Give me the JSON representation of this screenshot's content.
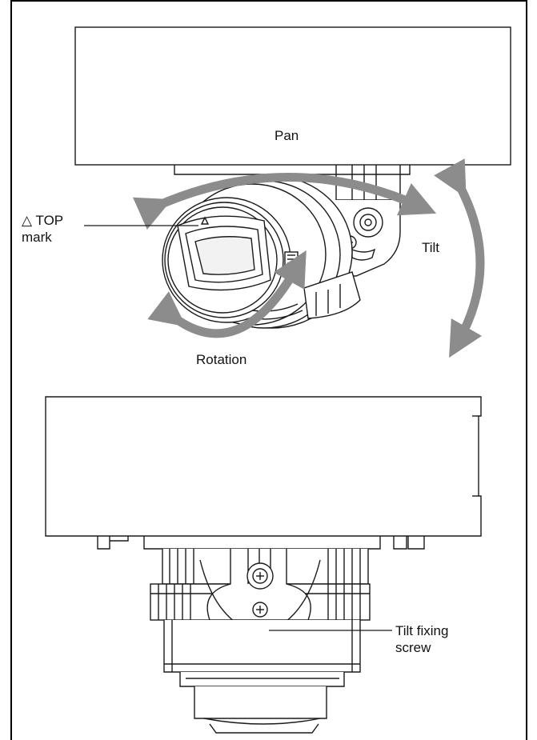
{
  "labels": {
    "pan": "Pan",
    "top_mark_line1": "△ TOP",
    "top_mark_line2": "mark",
    "tilt": "Tilt",
    "rotation": "Rotation",
    "tilt_fixing_line1": "Tilt fixing",
    "tilt_fixing_line2": "screw"
  },
  "colors": {
    "line": "#1a1a1a",
    "arrow": "#8c8c8c",
    "background": "#ffffff"
  }
}
